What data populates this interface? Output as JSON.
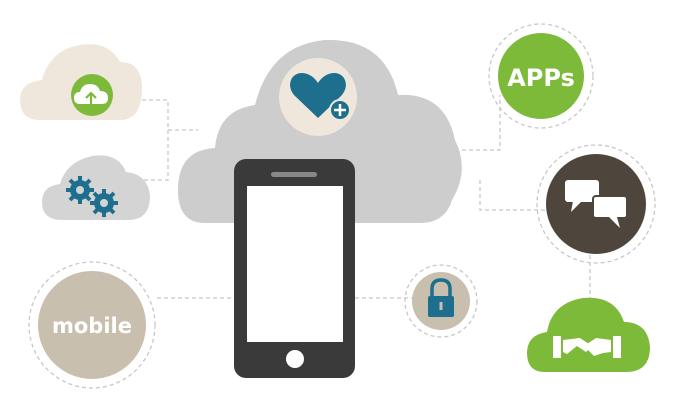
{
  "labels": {
    "apps": "APPs",
    "mobile": "mobile"
  },
  "icons": {
    "upload_cloud": "cloud-upload-icon",
    "settings": "gears-icon",
    "health": "heart-plus-icon",
    "phone": "smartphone-icon",
    "apps": "apps-badge",
    "chat": "chat-bubbles-icon",
    "lock": "padlock-icon",
    "handshake": "handshake-icon",
    "mobile": "mobile-badge"
  },
  "colors": {
    "cloud_beige": "#efe7dc",
    "cloud_gray": "#d4d4d4",
    "cloud_center": "#cdcdcd",
    "green": "#7dba3a",
    "teal": "#1e6f8e",
    "dark_brown": "#4e463d",
    "taupe": "#c9bfae",
    "phone_dark": "#3a3a3a",
    "dash": "#c8c8c8"
  }
}
